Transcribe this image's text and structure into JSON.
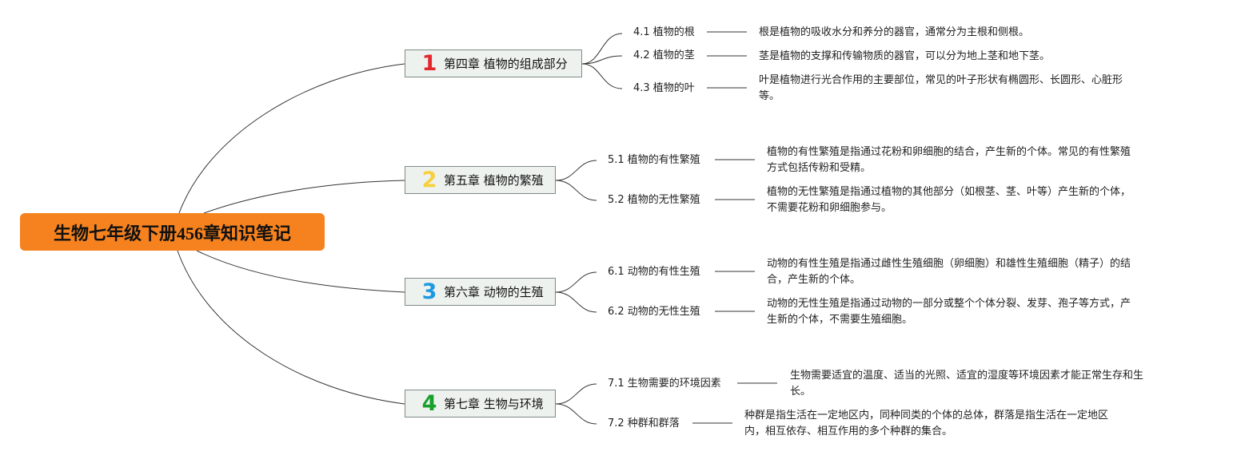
{
  "title": "生物七年级下册456章知识笔记",
  "colors": {
    "root": "#f5821f",
    "num1": "#e4262d",
    "num2": "#f7d03f",
    "num3": "#1e9ae0",
    "num4": "#17a02b"
  },
  "chapters": [
    {
      "number": "1",
      "label": "第四章 植物的组成部分",
      "topics": [
        {
          "label": "4.1 植物的根",
          "desc": [
            "根是植物的吸收水分和养分的器官，通常分为主根和侧根。"
          ]
        },
        {
          "label": "4.2 植物的茎",
          "desc": [
            "茎是植物的支撑和传输物质的器官，可以分为地上茎和地下茎。"
          ]
        },
        {
          "label": "4.3 植物的叶",
          "desc": [
            "叶是植物进行光合作用的主要部位，常见的叶子形状有椭圆形、长圆形、心脏形",
            "等。"
          ]
        }
      ]
    },
    {
      "number": "2",
      "label": "第五章 植物的繁殖",
      "topics": [
        {
          "label": "5.1 植物的有性繁殖",
          "desc": [
            "植物的有性繁殖是指通过花粉和卵细胞的结合，产生新的个体。常见的有性繁殖",
            "方式包括传粉和受精。"
          ]
        },
        {
          "label": "5.2 植物的无性繁殖",
          "desc": [
            "植物的无性繁殖是指通过植物的其他部分（如根茎、茎、叶等）产生新的个体，",
            "不需要花粉和卵细胞参与。"
          ]
        }
      ]
    },
    {
      "number": "3",
      "label": "第六章 动物的生殖",
      "topics": [
        {
          "label": "6.1 动物的有性生殖",
          "desc": [
            "动物的有性生殖是指通过雌性生殖细胞（卵细胞）和雄性生殖细胞（精子）的结",
            "合，产生新的个体。"
          ]
        },
        {
          "label": "6.2 动物的无性生殖",
          "desc": [
            "动物的无性生殖是指通过动物的一部分或整个个体分裂、发芽、孢子等方式，产",
            "生新的个体，不需要生殖细胞。"
          ]
        }
      ]
    },
    {
      "number": "4",
      "label": "第七章 生物与环境",
      "topics": [
        {
          "label": "7.1 生物需要的环境因素",
          "desc": [
            "生物需要适宜的温度、适当的光照、适宜的湿度等环境因素才能正常生存和生",
            "长。"
          ]
        },
        {
          "label": "7.2 种群和群落",
          "desc": [
            "种群是指生活在一定地区内，同种同类的个体的总体，群落是指生活在一定地区",
            "内，相互依存、相互作用的多个种群的集合。"
          ]
        }
      ]
    }
  ]
}
